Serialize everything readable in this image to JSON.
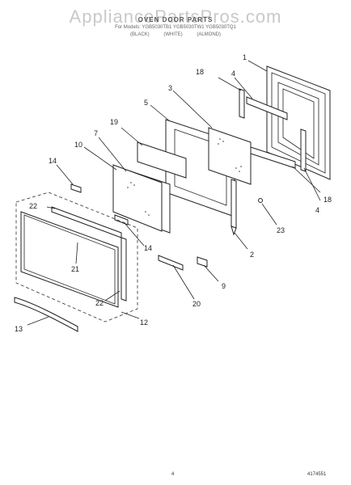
{
  "header": {
    "watermark": "AppliancePartsPros.com",
    "title": "OVEN DOOR PARTS",
    "subtitle": "For Models: YGB5030TB1 YGB5030TW1 YGB5030TQ1",
    "finishes": [
      "(BLACK)",
      "(WHITE)",
      "(ALMOND)"
    ]
  },
  "callouts": [
    "1",
    "2",
    "3",
    "4",
    "4",
    "5",
    "7",
    "9",
    "10",
    "12",
    "13",
    "14",
    "14",
    "18",
    "18",
    "19",
    "20",
    "21",
    "22",
    "22",
    "23"
  ],
  "footer": {
    "page": "4",
    "doc_number": "4174551"
  }
}
